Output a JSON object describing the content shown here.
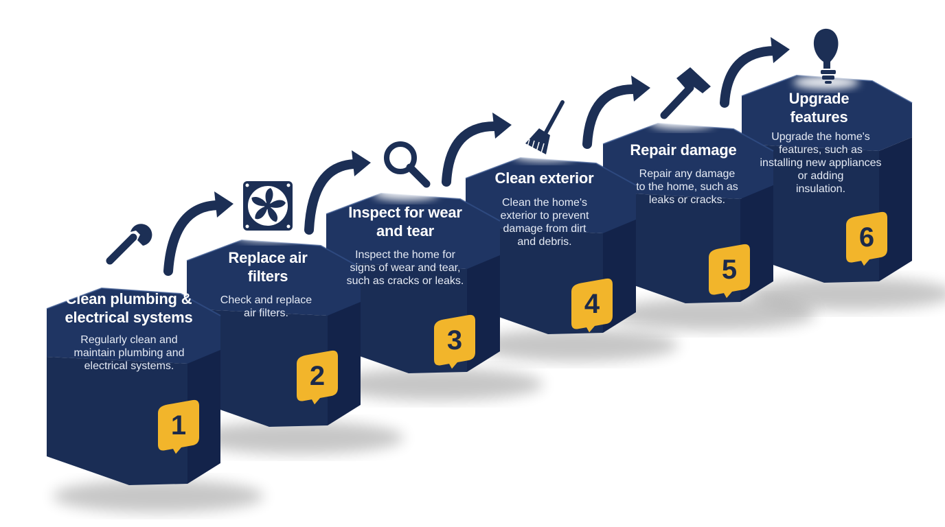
{
  "colors": {
    "box_top": "#1f3563",
    "box_front": "#1a2d55",
    "box_side": "#13234a",
    "badge": "#f2b52b",
    "badge_text": "#1c2a4a",
    "icon": "#1c2f55",
    "arrow": "#1c2f55"
  },
  "steps": [
    {
      "number": "1",
      "title": "Clean plumbing &\nelectrical systems",
      "description": "Regularly clean and\nmaintain plumbing and\nelectrical systems.",
      "icon": "wrench-icon"
    },
    {
      "number": "2",
      "title": "Replace air\nfilters",
      "description": "Check and replace\nair filters.",
      "icon": "fan-icon"
    },
    {
      "number": "3",
      "title": "Inspect for wear\nand tear",
      "description": "Inspect the home for\nsigns of wear and tear,\nsuch as cracks or leaks.",
      "icon": "magnifier-icon"
    },
    {
      "number": "4",
      "title": "Clean exterior",
      "description": "Clean the home's\nexterior to prevent\ndamage from dirt\nand debris.",
      "icon": "broom-icon"
    },
    {
      "number": "5",
      "title": "Repair damage",
      "description": "Repair any damage\nto the home, such as\nleaks or cracks.",
      "icon": "hammer-icon"
    },
    {
      "number": "6",
      "title": "Upgrade\nfeatures",
      "description": "Upgrade the home's\nfeatures, such as\ninstalling new appliances\nor adding\ninsulation.",
      "icon": "lightbulb-icon"
    }
  ]
}
